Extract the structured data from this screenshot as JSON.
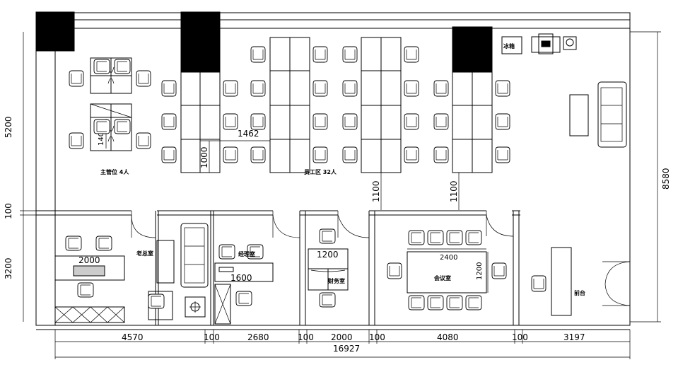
{
  "plan": {
    "dimensions": {
      "left_upper": "5200",
      "left_mid": "100",
      "left_lower": "3200",
      "right_total": "8580",
      "bottom_segments": [
        "4570",
        "100",
        "2680",
        "100",
        "2000",
        "100",
        "4080",
        "100",
        "3197"
      ],
      "bottom_total": "16927",
      "desk_depth": "1400",
      "desk_width": "1000",
      "desk_span": "1462",
      "aisle_a": "1100",
      "aisle_b": "1100",
      "boss_desk": "2000",
      "manager_desk": "1600",
      "finance_desk": "1200",
      "meeting_table_w": "2400",
      "meeting_table_h": "1200"
    },
    "labels": {
      "supervisor_area": "主管位 4人",
      "staff_area": "员工区 32人",
      "fridge": "冰箱",
      "boss_office": "老总室",
      "manager_office": "经理室",
      "finance_office": "财务室",
      "meeting_room": "会议室",
      "reception": "前台"
    }
  }
}
